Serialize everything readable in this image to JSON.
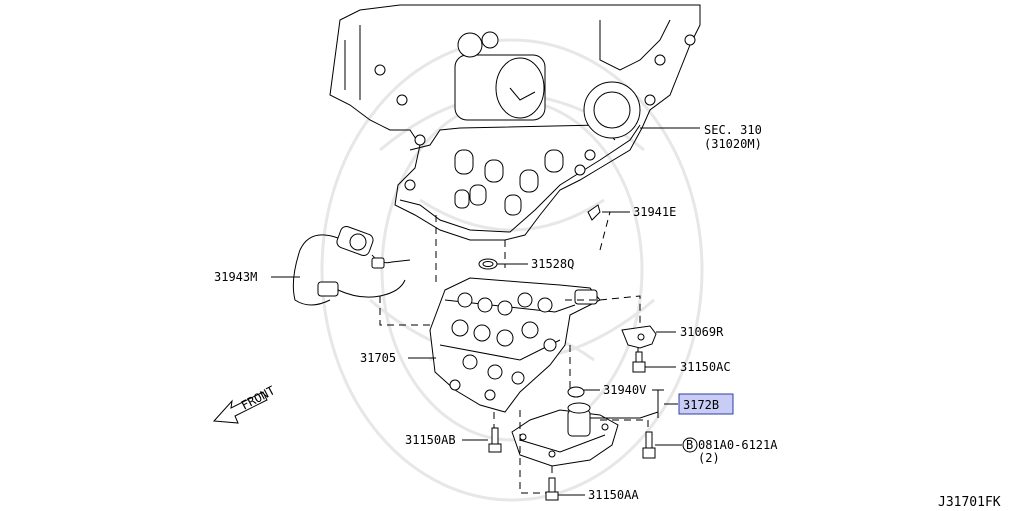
{
  "labels": {
    "sec_line1": "SEC. 310",
    "sec_line2": "(31020M)",
    "p31941E": "31941E",
    "p31943M": "31943M",
    "p31528Q": "31528Q",
    "p31705": "31705",
    "p31069R": "31069R",
    "p31150AC": "31150AC",
    "p31940V": "31940V",
    "p3172B": "3172B",
    "p31150AB": "31150AB",
    "bolt_circle": "B",
    "bolt_code": "081A0-6121A",
    "bolt_qty": "(2)",
    "p31150AA": "31150AA",
    "front": "FRONT",
    "drawing_id": "J31701FK"
  },
  "colors": {
    "highlight_fill": "#c9cdf6",
    "highlight_border": "#2e3ea8",
    "line": "#000000",
    "watermark": "#e7e7e7"
  }
}
